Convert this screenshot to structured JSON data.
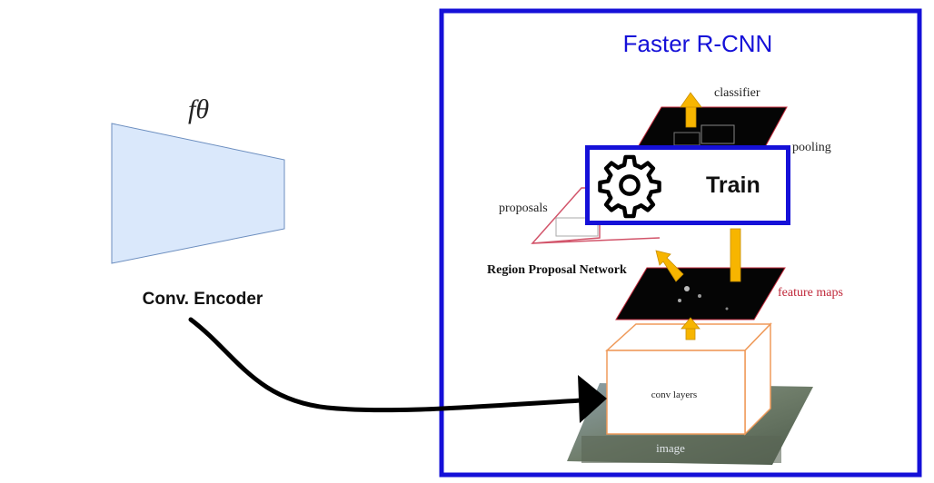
{
  "encoder": {
    "symbol": "fθ",
    "label": "Conv. Encoder",
    "fill": "#dae8fb",
    "stroke": "#6c8ebf"
  },
  "faster_rcnn": {
    "title": "Faster R-CNN",
    "border_color": "#1510d8",
    "labels": {
      "classifier": "classifier",
      "pooling": "pooling",
      "proposals": "proposals",
      "rpn": "Region Proposal Network",
      "feature_maps": "feature maps",
      "conv_layers": "conv layers",
      "image": "image"
    },
    "arrow_color": "#f7b500",
    "feature_map_label_color": "#c0283a"
  },
  "train_button": {
    "label": "Train",
    "icon": "gear-icon"
  }
}
